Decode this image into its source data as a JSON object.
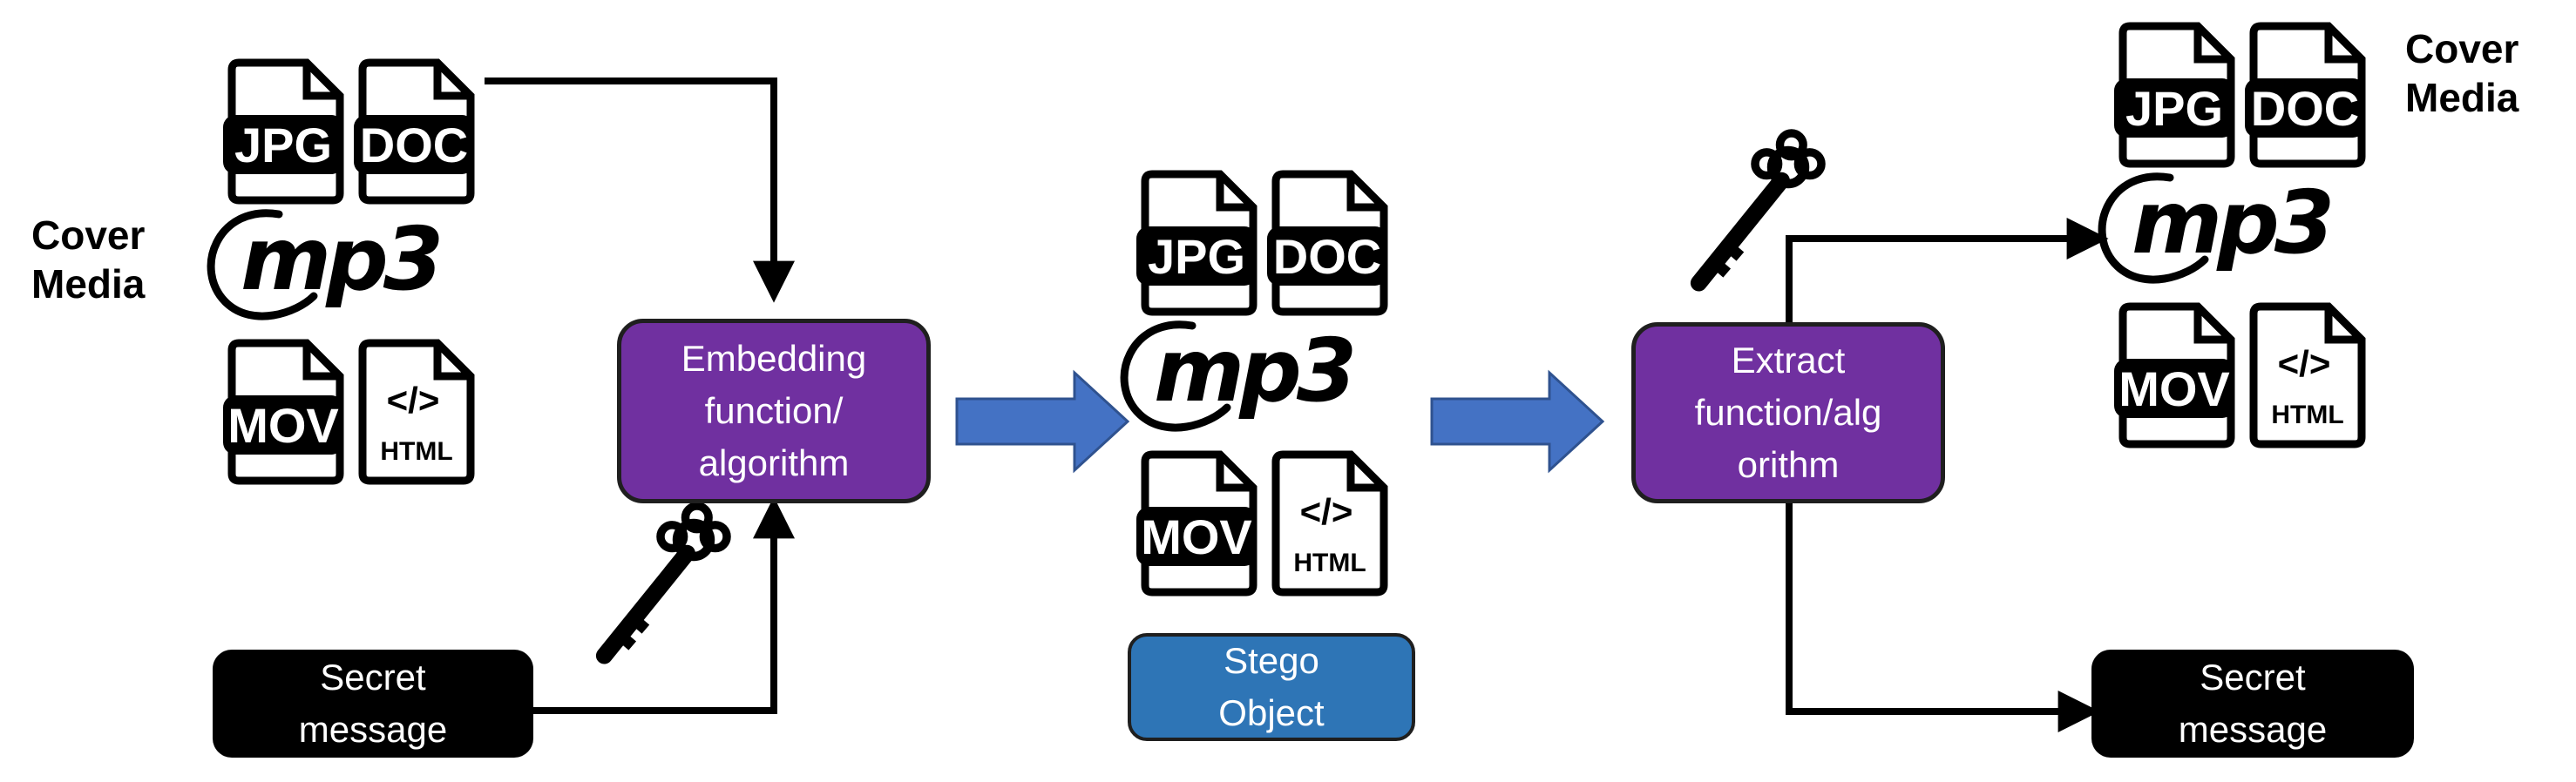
{
  "left": {
    "cover_label": "Cover\nMedia",
    "files": [
      "JPG",
      "DOC",
      "mp3",
      "MOV",
      "HTML"
    ],
    "code_glyph": "</>",
    "secret_box": "Secret\nmessage",
    "embed_box": "Embedding\nfunction/\nalgorithm"
  },
  "middle": {
    "files": [
      "JPG",
      "DOC",
      "mp3",
      "MOV",
      "HTML"
    ],
    "code_glyph": "</>",
    "stego_box": "Stego\nObject"
  },
  "right": {
    "extract_box": "Extract\nfunction/alg\norithm",
    "cover_label": "Cover\nMedia",
    "files": [
      "JPG",
      "DOC",
      "mp3",
      "MOV",
      "HTML"
    ],
    "code_glyph": "</>",
    "secret_box": "Secret\nmessage"
  },
  "colors": {
    "function_box": "#7030a0",
    "stego_box": "#2e75b6",
    "flow_arrow": "#4472c4",
    "secret_box": "#000000"
  },
  "icons": [
    "file-icon",
    "mp3-logo-icon",
    "key-icon",
    "arrow-icon"
  ]
}
